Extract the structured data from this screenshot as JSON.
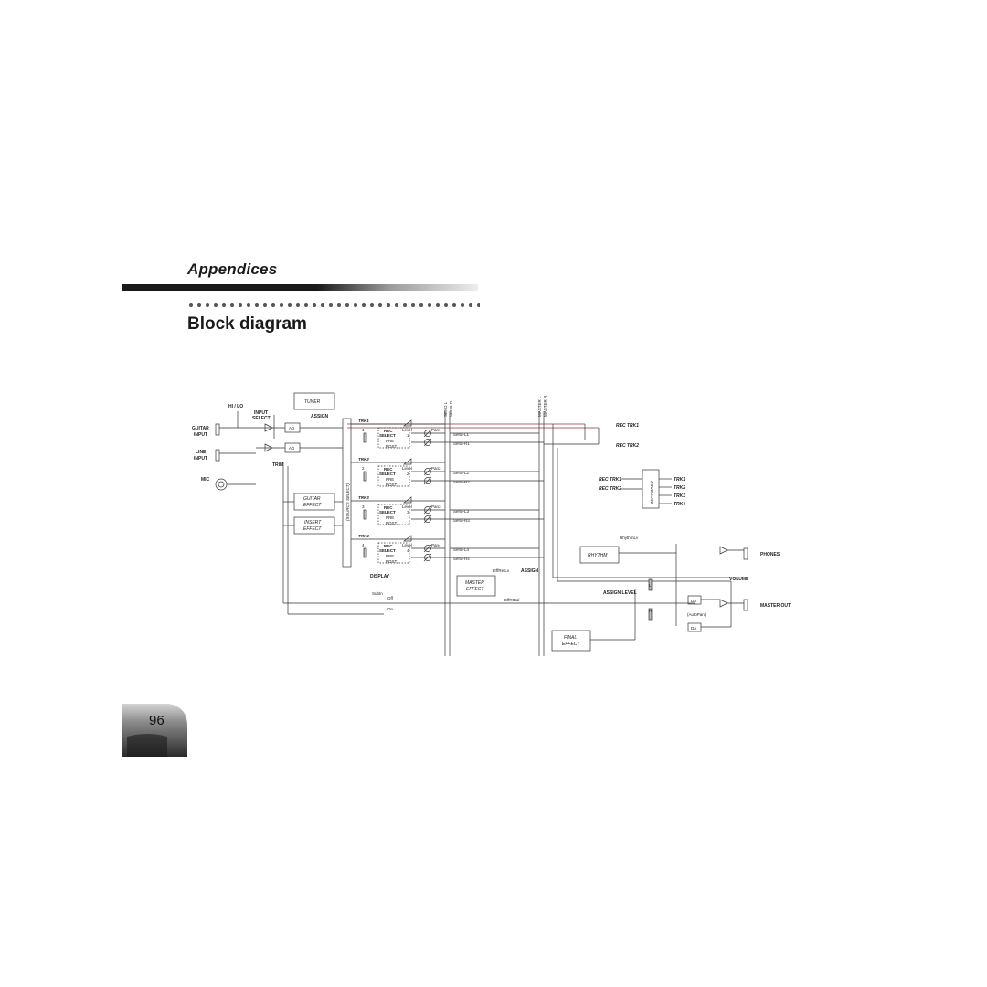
{
  "page": {
    "section": "Appendices",
    "title": "Block diagram",
    "number": "96"
  },
  "diagram": {
    "labels": {
      "hi_lo": "HI / LO",
      "input_select_1": "INPUT",
      "input_select_2": "SELECT",
      "assign_top": "ASSIGN",
      "tuner": "TUNER",
      "guitar_input_1": "GUITAR",
      "guitar_input_2": "INPUT",
      "line_input_1": "LINE",
      "line_input_2": "INPUT",
      "mic": "MIC",
      "ad": "AD",
      "trim": "TRIM",
      "guitar_effect_1": "GUITAR",
      "guitar_effect_2": "EFFECT",
      "insert_effect_1": "INSERT",
      "insert_effect_2": "EFFECT",
      "source_select": "(SOURCE SELECT)",
      "display": "DISPLAY",
      "sub_in": "SubIn",
      "off_1": "Off",
      "on": "On",
      "send_l": "SEND L",
      "send_r": "SEND R",
      "master_l": "MASTER L",
      "master_r": "MASTER R",
      "master_effect_1": "MASTER",
      "master_effect_2": "EFFECT",
      "eff_ret_lv": "EffRetLv",
      "assign_mid": "ASSIGN",
      "eff_rt_bal": "EffRtBal",
      "rec_trk1": "REC TRK1",
      "rec_trk2": "REC TRK2",
      "rec_trk1_b": "REC TRK1",
      "rec_trk2_b": "REC TRK2",
      "recorder": "RECORDER",
      "trk_out_1": "TRK1",
      "trk_out_2": "TRK2",
      "trk_out_3": "TRK3",
      "trk_out_4": "TRK4",
      "rhythm": "RHYTHM",
      "rhythm_lv": "RhythmLv",
      "assign_level": "ASSIGN  LEVEL",
      "level_l": "L",
      "level_r": "R",
      "auto_pan": "(AutoPan)",
      "da_1": "DA",
      "da_2": "DA",
      "final_effect_1": "FINAL",
      "final_effect_2": "EFFECT",
      "phones": "PHONES",
      "volume": "VOLUME",
      "master_out": "MASTER OUT"
    },
    "tracks": [
      {
        "trk": "TRK1",
        "num": "1",
        "rec": "REC",
        "select": "SELECT",
        "sel_num": "1",
        "level": "Level",
        "pan": "Pan1",
        "pre": "PRE",
        "post": "POST",
        "send_l": "Send-L1",
        "send_r": "Send-R1"
      },
      {
        "trk": "TRK2",
        "num": "2",
        "rec": "REC",
        "select": "SELECT",
        "sel_num": "2",
        "level": "Level",
        "pan": "Pan2",
        "pre": "PRE",
        "post": "POST",
        "send_l": "Send-L2",
        "send_r": "Send-R2"
      },
      {
        "trk": "TRK3",
        "num": "3",
        "rec": "REC",
        "select": "SELECT",
        "sel_num": "3",
        "level": "Level",
        "pan": "Pan3",
        "pre": "PRE",
        "post": "POST",
        "send_l": "Send-L3",
        "send_r": "Send-R3"
      },
      {
        "trk": "TRK4",
        "num": "4",
        "rec": "REC",
        "select": "SELECT",
        "sel_num": "4",
        "level": "Level",
        "pan": "Pan4",
        "pre": "PRE",
        "post": "POST",
        "send_l": "Send-L4",
        "send_r": "Send-R4"
      }
    ]
  }
}
